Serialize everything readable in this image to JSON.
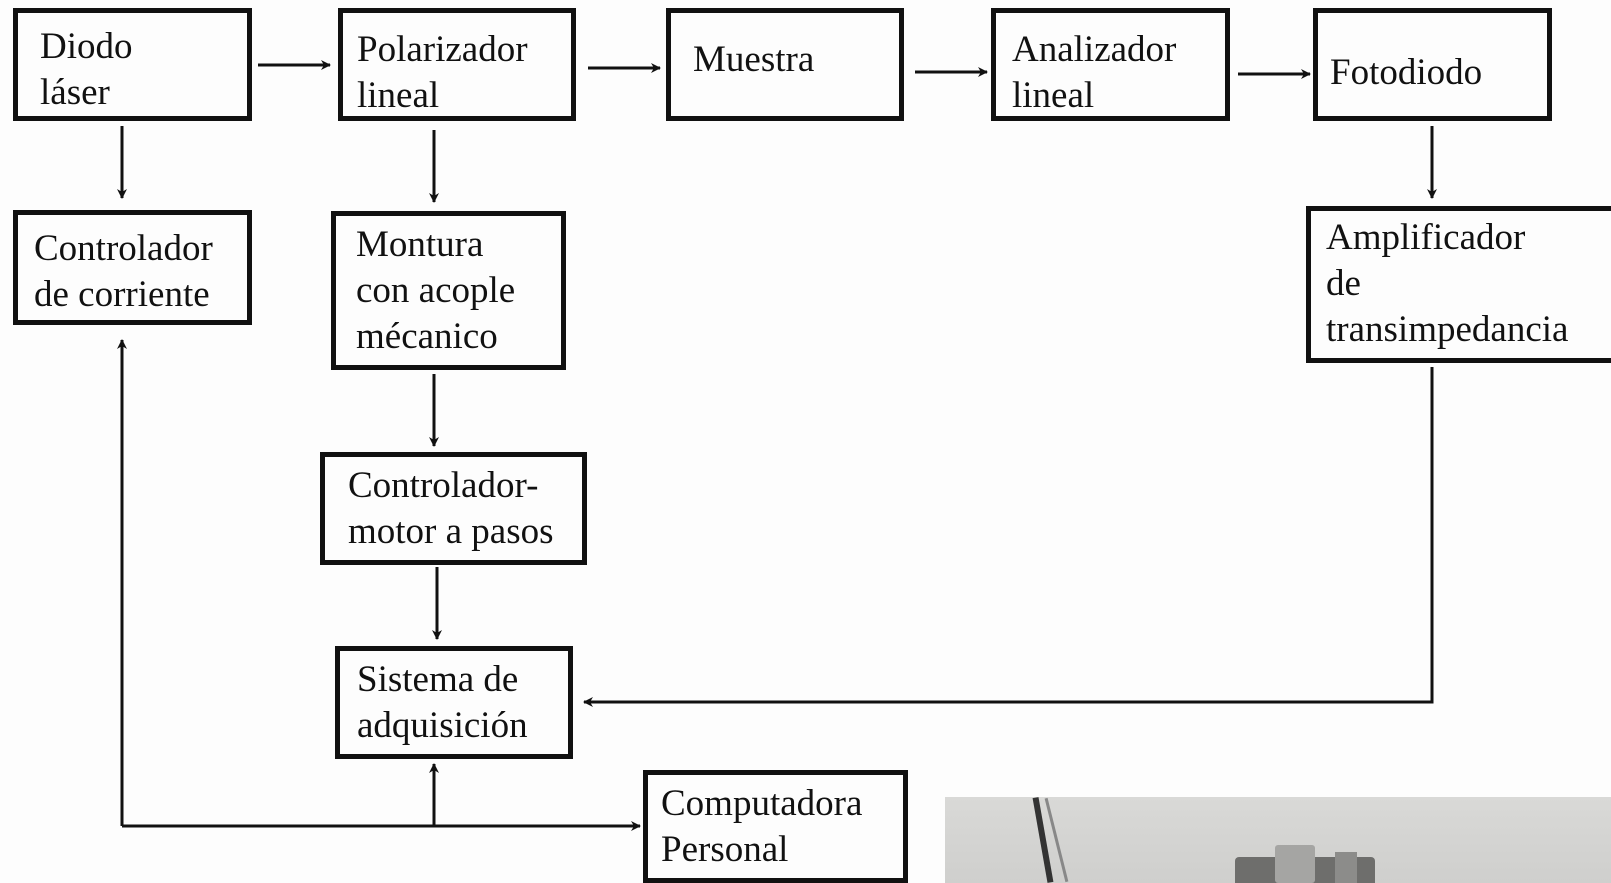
{
  "boxes": {
    "diodo": [
      "Diodo",
      "láser"
    ],
    "polarizador": [
      "Polarizador",
      "lineal"
    ],
    "muestra": [
      "Muestra"
    ],
    "analizador": [
      "Analizador",
      "lineal"
    ],
    "fotodiodo": [
      "Fotodiodo"
    ],
    "controlador_corriente": [
      "Controlador",
      "de corriente"
    ],
    "montura": [
      "Montura",
      "con acople",
      "mécanico"
    ],
    "amplificador": [
      "Amplificador",
      "de",
      "transimpedancia"
    ],
    "controlador_motor": [
      "Controlador-",
      "motor a pasos"
    ],
    "sistema": [
      "Sistema de",
      "adquisición"
    ],
    "computadora": [
      "Computadora",
      "Personal"
    ]
  },
  "colors": {
    "line": "#111111",
    "background": "#fdfdfd"
  },
  "photo": {
    "description_icon": "setup-photo"
  }
}
